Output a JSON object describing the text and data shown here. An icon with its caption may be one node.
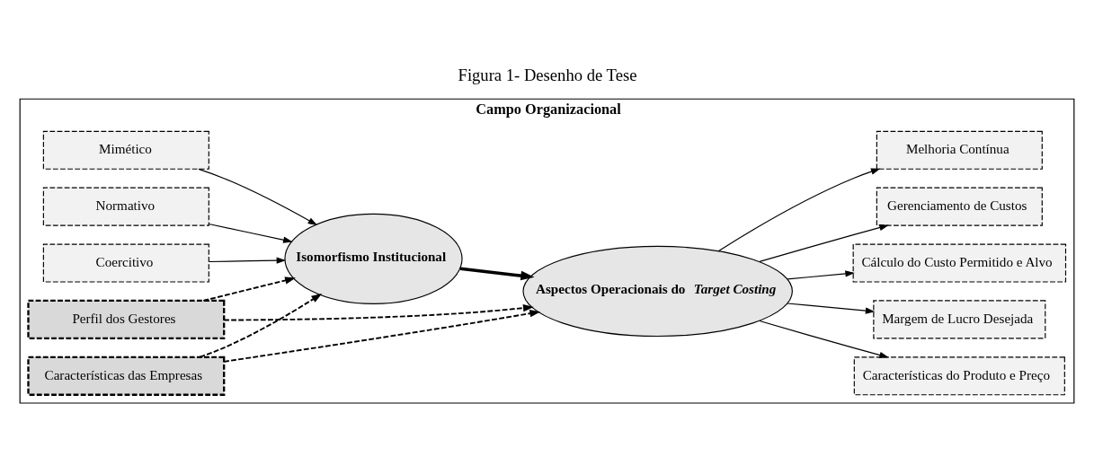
{
  "diagram": {
    "title": "Figura 1- Desenho de Tese",
    "nodes": [
      {
        "text": [
          "Campo Organizacional"
        ]
      },
      {
        "text": [
          "Coercitivo"
        ],
        "in": 0
      },
      {
        "text": [
          "Mimético"
        ],
        "in": 0
      },
      {
        "text": [
          "Normativo"
        ],
        "in": 0
      },
      {
        "text": [
          "Isomorfismo Institucional"
        ],
        "in": 0
      },
      {
        "text": [
          "Aspectos Operacionais do *Target Costing*"
        ],
        "in": 0
      },
      {
        "text": [
          "Características do Produto e Preço"
        ],
        "in": 0
      },
      {
        "text": [
          "Margem de Lucro Desejada"
        ],
        "in": 0
      },
      {
        "text": [
          "Cálculo do Custo Permitido e Alvo"
        ],
        "in": 0
      },
      {
        "text": [
          "Gerenciamento de Custos"
        ],
        "in": 0
      },
      {
        "text": [
          "Melhoria Contínua"
        ],
        "in": 0
      },
      {
        "text": [
          "Perfil dos Gestores"
        ],
        "in": 0
      },
      {
        "text": [
          "Características das Empresas"
        ],
        "in": 0
      }
    ],
    "edges": [
      {
        "from": 1,
        "to": 4,
        "arrow": "to"
      },
      {
        "from": 2,
        "to": 4,
        "arrow": "to"
      },
      {
        "from": 3,
        "to": 4,
        "arrow": "to"
      },
      {
        "from": 4,
        "to": 5,
        "arrow": "to",
        "style": "thick"
      },
      {
        "from": 5,
        "to": 6,
        "arrow": "to"
      },
      {
        "from": 5,
        "to": 7,
        "arrow": "to"
      },
      {
        "from": 5,
        "to": 8,
        "arrow": "to"
      },
      {
        "from": 5,
        "to": 9,
        "arrow": "to"
      },
      {
        "from": 5,
        "to": 10,
        "arrow": "to"
      },
      {
        "from": 11,
        "to": 4,
        "arrow": "to",
        "style": "dashed"
      },
      {
        "from": 11,
        "to": 5,
        "arrow": "to",
        "style": "dashed"
      },
      {
        "from": 12,
        "to": 4,
        "arrow": "to",
        "style": "dashed"
      },
      {
        "from": 12,
        "to": 5,
        "arrow": "to",
        "style": "dashed"
      }
    ]
  }
}
